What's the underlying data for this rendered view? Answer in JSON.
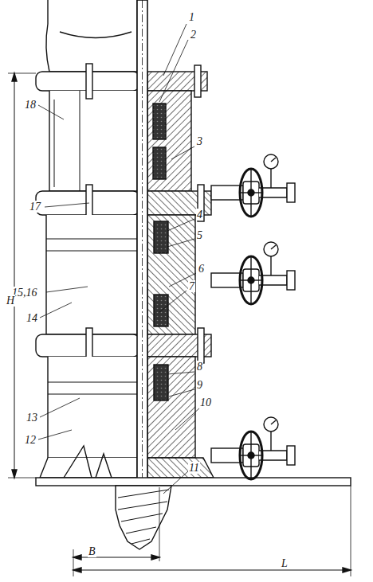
{
  "diagram": {
    "labels": [
      "1",
      "2",
      "3",
      "4",
      "5",
      "6",
      "7",
      "8",
      "9",
      "10",
      "11",
      "12",
      "13",
      "14",
      "15,16",
      "17",
      "18",
      "H",
      "B",
      "L"
    ]
  }
}
